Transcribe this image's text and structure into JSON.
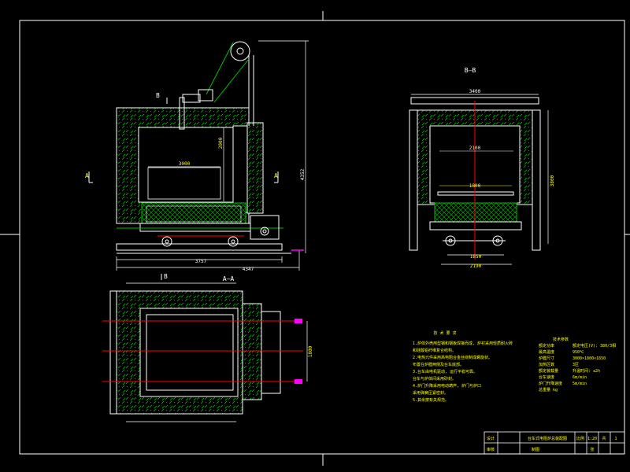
{
  "drawing": {
    "section_bb_label": "B—B",
    "section_aa_label": "A—A",
    "cut_a_left": "A",
    "cut_a_right": "A",
    "cut_b_left": "B",
    "cut_b_bottom": "B",
    "dim_front_width": "3757",
    "dim_front_total": "4347",
    "dim_front_height": "4352",
    "dim_front_inner_h": "2000",
    "dim_front_inner_w": "3000",
    "dim_side_width": "3400",
    "dim_side_inner_w": "2100",
    "dim_side_load_w": "1800",
    "dim_side_height": "3800",
    "dim_side_rail": "1650",
    "dim_side_base": "2190",
    "dim_plan_height": "1800"
  },
  "notes": {
    "title": "技 术 要 求",
    "lines": [
      "1.炉体外壳用型钢和钢板焊接而成, 炉衬采用轻质耐火砖",
      "  和硅酸铝纤维复合结构。",
      "2.电热元件采用高电阻合金丝绕制成螺旋状。",
      "  布置在炉膛两侧及台车底部。",
      "3.台车由电机驱动, 运行平稳可靠。",
      "  台车与炉体间采用砂封。",
      "4.炉门升降采用电动葫芦, 炉门与炉口",
      "  采用弹簧压紧密封。",
      "5.其余按有关规范。"
    ]
  },
  "specs": {
    "title": "技术参数",
    "rows": [
      {
        "k": "额定功率",
        "v": "额定电压(V): 380/3相"
      },
      {
        "k": "最高温度",
        "v": "950℃"
      },
      {
        "k": "炉膛尺寸",
        "v": "3000×1800×1650"
      },
      {
        "k": "加热区数",
        "v": "3区"
      },
      {
        "k": "额定装载量",
        "v": "升温时间: ≤2h"
      },
      {
        "k": "台车速度",
        "v": "6m/min"
      },
      {
        "k": "炉门升降速度",
        "v": "5m/min"
      },
      {
        "k": "总重量 kg",
        "v": ""
      }
    ]
  },
  "title_block": {
    "drawing_name": "台车式电阻炉总装配图",
    "org": "设计",
    "check": "审核",
    "scale_label": "比例",
    "scale": "1:20",
    "sheet_label": "共",
    "sheet": "1",
    "sheet2_label": "张",
    "row2": "制图"
  },
  "colors": {
    "frame": "#ffffff",
    "insulation": "#00c000",
    "center_line": "#ff0000",
    "dimension": "#ffffff",
    "text": "#ffff00",
    "magenta": "#ff00ff",
    "cyan": "#00ffff"
  }
}
